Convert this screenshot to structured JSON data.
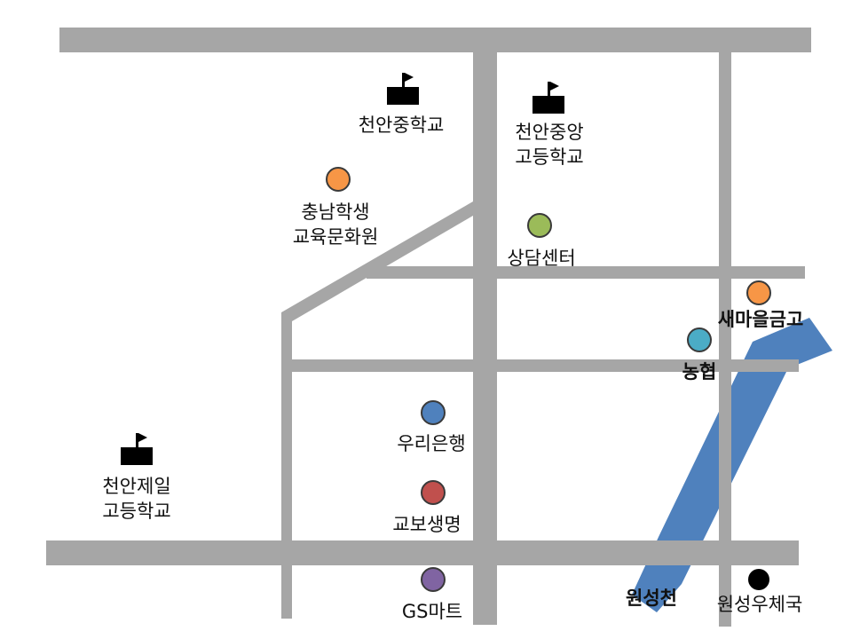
{
  "map": {
    "schools": [
      {
        "id": "cheonan-middle",
        "lines": [
          "천안중학교"
        ]
      },
      {
        "id": "cheonan-jungang-high",
        "lines": [
          "천안중앙",
          "고등학교"
        ]
      },
      {
        "id": "cheonan-jeil-high",
        "lines": [
          "천안제일",
          "고등학교"
        ]
      }
    ],
    "places": [
      {
        "id": "chungnam-center",
        "lines": [
          "충남학생",
          "교육문화원"
        ],
        "color": "#f79646"
      },
      {
        "id": "counseling-center",
        "lines": [
          "상담센터"
        ],
        "color": "#9bbb59"
      },
      {
        "id": "saemaeul",
        "lines": [
          "새마을금고"
        ],
        "color": "#f79646"
      },
      {
        "id": "nonghyup",
        "lines": [
          "농협"
        ],
        "color": "#4bacc6"
      },
      {
        "id": "woori-bank",
        "lines": [
          "우리은행"
        ],
        "color": "#4f81bd"
      },
      {
        "id": "kyobo",
        "lines": [
          "교보생명"
        ],
        "color": "#c0504d"
      },
      {
        "id": "gs-mart",
        "lines": [
          "GS마트"
        ],
        "color": "#8064a2"
      },
      {
        "id": "post-office",
        "lines": [
          "원성우체국"
        ],
        "color": "#000000"
      }
    ],
    "stream": {
      "label": "원성천",
      "color": "#4f81bd"
    },
    "road_color": "#a6a6a6"
  }
}
